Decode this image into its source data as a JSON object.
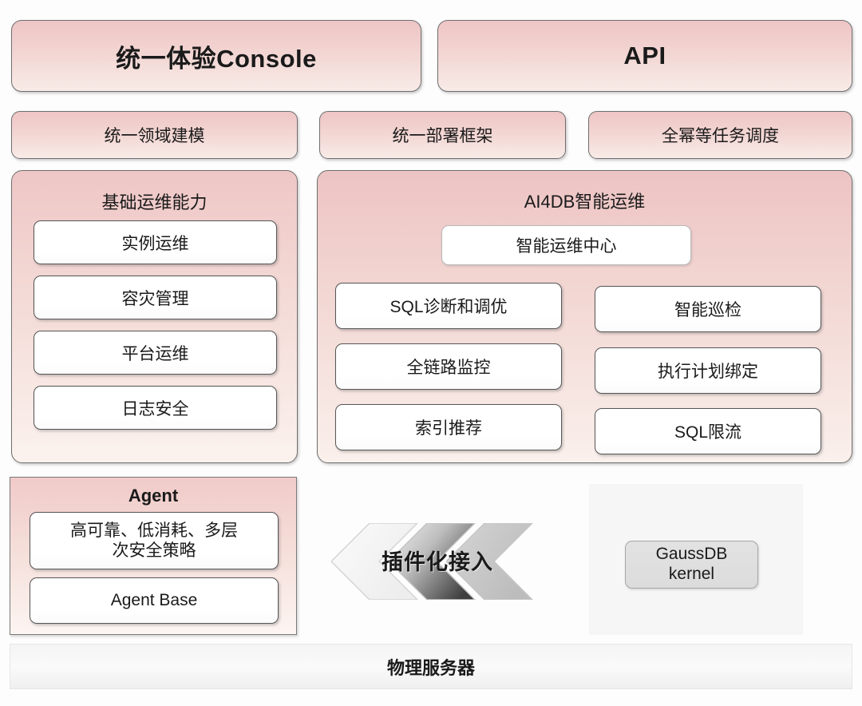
{
  "top_row": {
    "console_label": "统一体验Console",
    "api_label": "API"
  },
  "framework_row": [
    {
      "label": "统一领域建模"
    },
    {
      "label": "统一部署框架"
    },
    {
      "label": "全幂等任务调度"
    }
  ],
  "basic_ops_panel": {
    "title": "基础运维能力",
    "items": [
      {
        "label": "实例运维"
      },
      {
        "label": "容灾管理"
      },
      {
        "label": "平台运维"
      },
      {
        "label": "日志安全"
      }
    ]
  },
  "ai4db_panel": {
    "title": "AI4DB智能运维",
    "center_label": "智能运维中心",
    "left_column": [
      {
        "label": "SQL诊断和调优"
      },
      {
        "label": "全链路监控"
      },
      {
        "label": "索引推荐"
      }
    ],
    "right_column": [
      {
        "label": "智能巡检"
      },
      {
        "label": "执行计划绑定"
      },
      {
        "label": "SQL限流"
      }
    ]
  },
  "agent_panel": {
    "title": "Agent",
    "policy_line1": "高可靠、低消耗、多层",
    "policy_line2": "次安全策略",
    "base_label": "Agent Base"
  },
  "plugin_connector": {
    "label": "插件化接入",
    "icon": "triple-chevron-left-icon"
  },
  "kernel_panel": {
    "line1": "GaussDB",
    "line2": "kernel"
  },
  "server_bar": {
    "label": "物理服务器"
  },
  "colors": {
    "pink_top": "#eec5c5",
    "pink_bottom": "#f8ebe7",
    "box_border": "#565656",
    "panel_border": "#6f6f6f",
    "kernel_fill": "#e0e0e0",
    "server_fill": "#f4f4f4"
  }
}
